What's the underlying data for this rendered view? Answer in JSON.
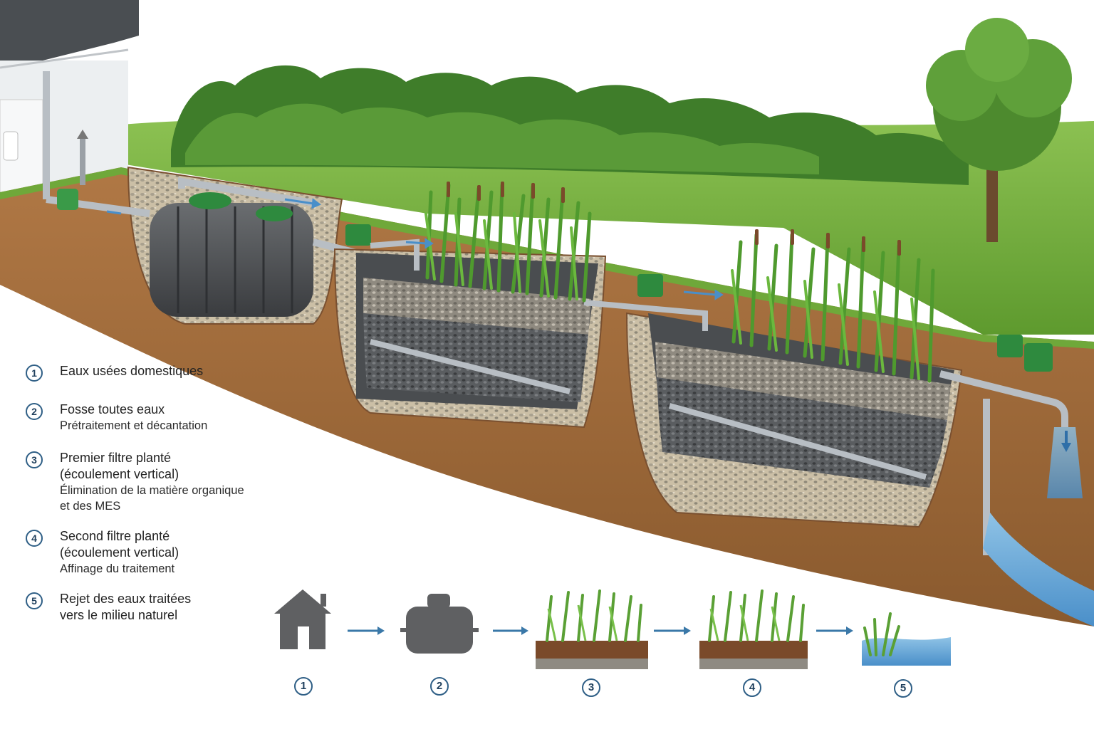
{
  "legend": {
    "items": [
      {
        "num": "1",
        "title": "Eaux usées domestiques",
        "subtitle": ""
      },
      {
        "num": "2",
        "title": "Fosse toutes eaux",
        "subtitle": "Prétraitement et décantation"
      },
      {
        "num": "3",
        "title": "Premier filtre planté\n(écoulement vertical)",
        "subtitle": "Élimination de la matière organique\net des MES"
      },
      {
        "num": "4",
        "title": "Second filtre planté\n(écoulement vertical)",
        "subtitle": "Affinage du traitement"
      },
      {
        "num": "5",
        "title": "Rejet des eaux traitées\nvers le milieu naturel",
        "subtitle": ""
      }
    ]
  },
  "flow": {
    "steps": [
      {
        "num": "1",
        "icon": "house-icon"
      },
      {
        "num": "2",
        "icon": "septic-tank-icon"
      },
      {
        "num": "3",
        "icon": "planted-filter-icon"
      },
      {
        "num": "4",
        "icon": "planted-filter-icon"
      },
      {
        "num": "5",
        "icon": "water-discharge-icon"
      }
    ]
  },
  "colors": {
    "grass": "#6fa83a",
    "soil": "#a36b3a",
    "gravel": "#c9b79a",
    "tank": "#4a4d50",
    "lid": "#2e8a3e",
    "pipe": "#b8bec4",
    "water": "#4a8fc9",
    "numbering": "#2f5f86"
  }
}
